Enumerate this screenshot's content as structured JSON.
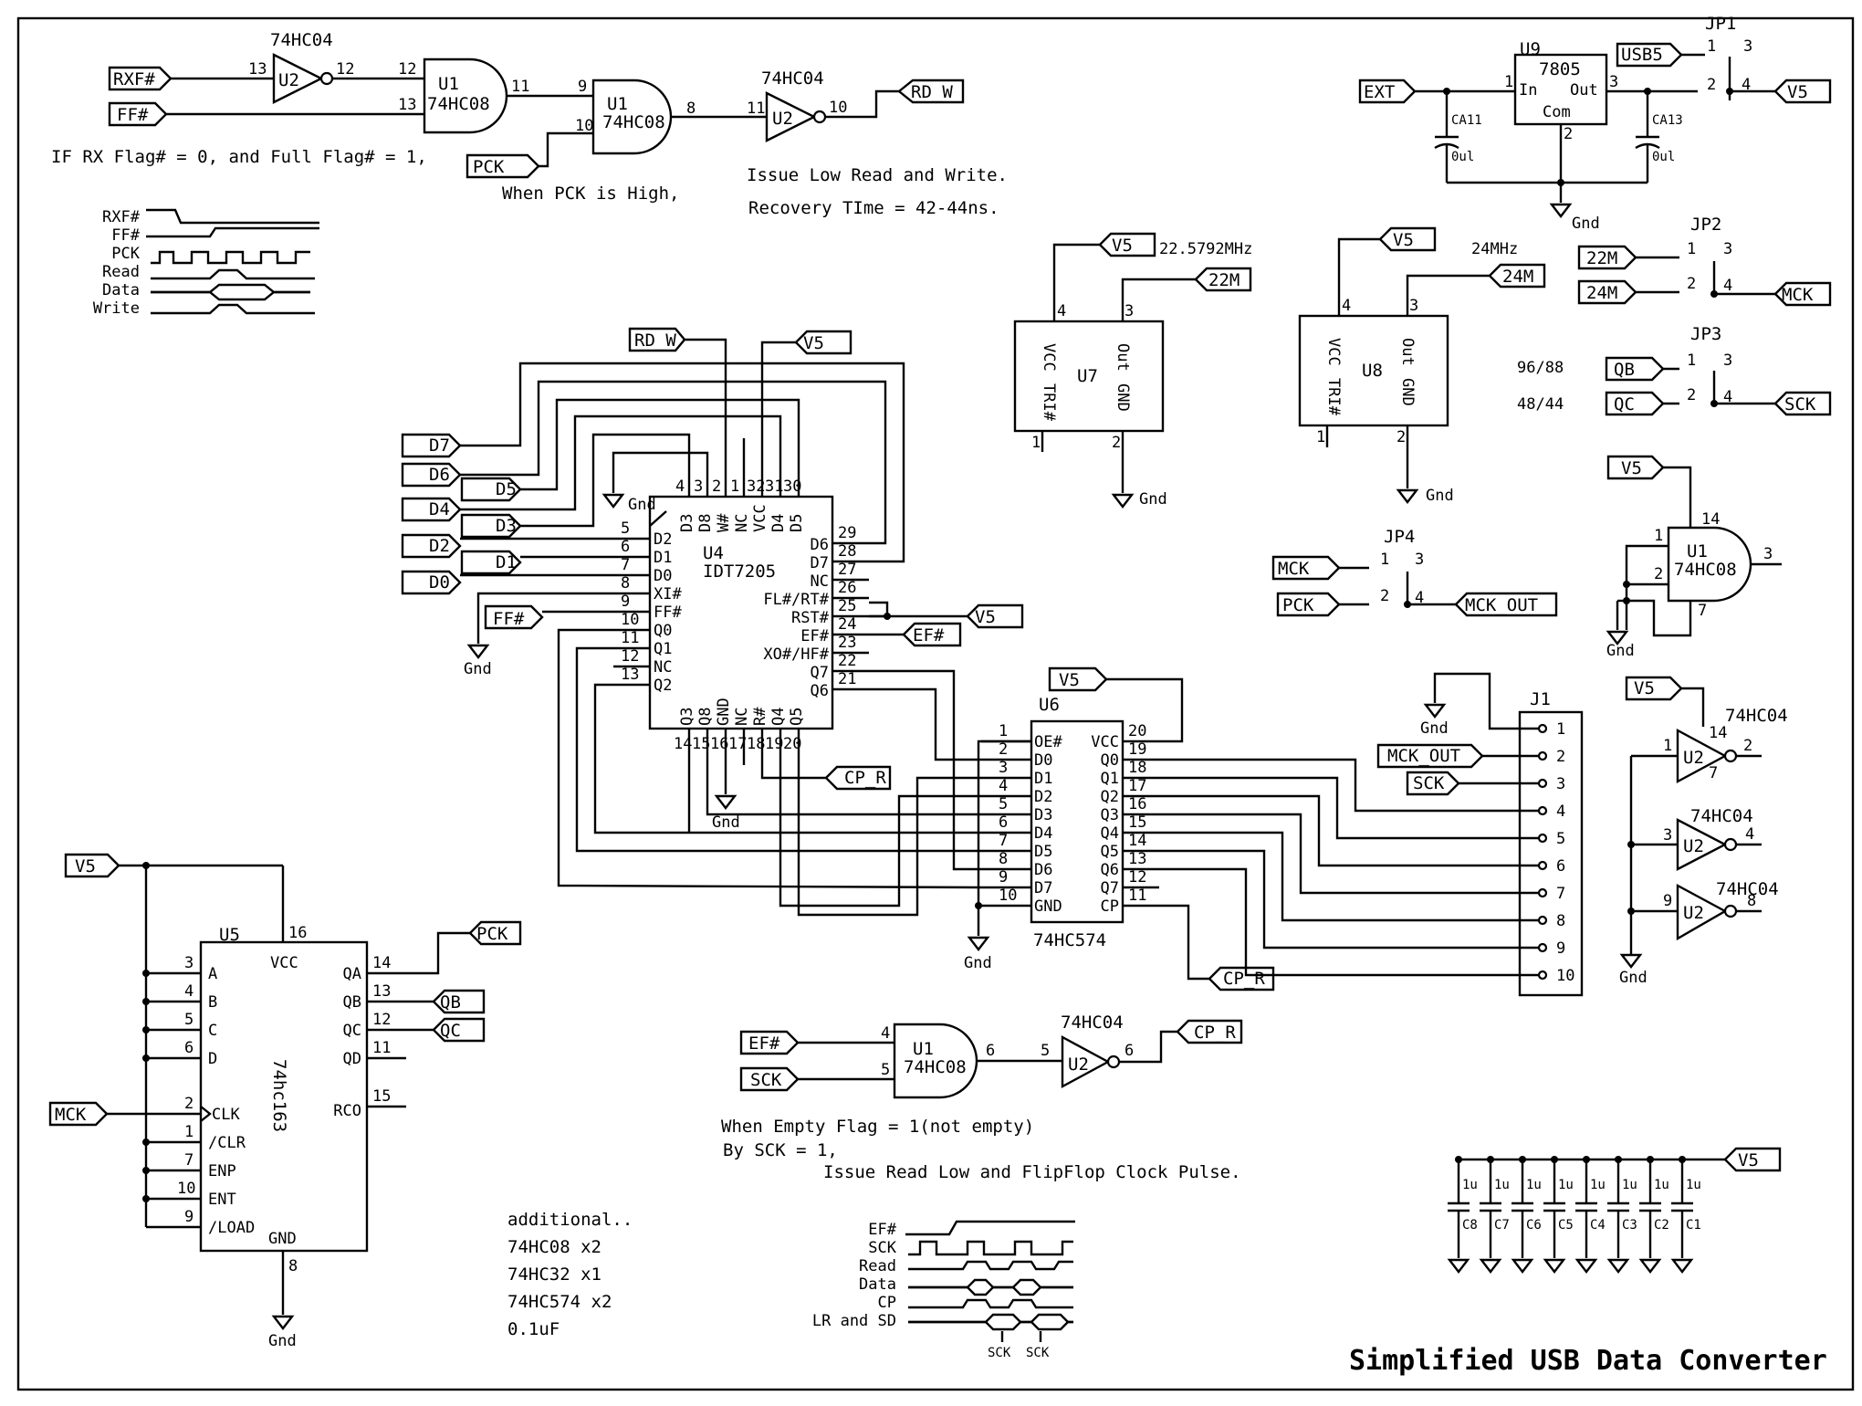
{
  "title": "Simplified USB Data Converter",
  "notes": {
    "rx_flag": "IF RX Flag# = 0, and Full Flag# = 1,",
    "pck_high": "When PCK is High,",
    "issue_low": "Issue Low Read and Write.",
    "recovery": "Recovery TIme = 42-44ns.",
    "empty_flag": "When Empty Flag = 1(not empty)",
    "by_sck": "By SCK = 1,",
    "issue_read": "Issue Read Low and FlipFlop Clock Pulse.",
    "additional": [
      "additional..",
      "74HC08 x2",
      "74HC32 x1",
      "74HC574 x2",
      "0.1uF"
    ]
  },
  "nets": {
    "rxf": "RXF#",
    "ff": "FF#",
    "pck": "PCK",
    "rd_w": "RD_W",
    "v5": "V5",
    "ext": "EXT",
    "usb5": "USB5",
    "m22": "22M",
    "m24": "24M",
    "mck": "MCK",
    "qb": "QB",
    "qc": "QC",
    "sck": "SCK",
    "mck_out": "MCK_OUT",
    "cp_r": "CP_R",
    "ef": "EF#",
    "d0": "D0",
    "d1": "D1",
    "d2": "D2",
    "d3": "D3",
    "d4": "D4",
    "d5": "D5",
    "d6": "D6",
    "d7": "D7",
    "gnd": "Gnd"
  },
  "parts": {
    "hc04": "74HC04",
    "hc08": "74HC08",
    "hc574": "74HC574",
    "hc163": "74hc163",
    "idt": "IDT7205",
    "reg": "7805",
    "u1": "U1",
    "u2": "U2",
    "u4": "U4",
    "u5": "U5",
    "u6": "U6",
    "u7": "U7",
    "u8": "U8",
    "u9": "U9",
    "osc22": "22.5792MHz",
    "osc24": "24MHz",
    "jp1": "JP1",
    "jp2": "JP2",
    "jp3": "JP3",
    "jp4": "JP4",
    "j1": "J1",
    "ca11": "CA11",
    "ca13": "CA13",
    "cap_val": "0ul",
    "c_val": "1u",
    "sel_9688": "96/88",
    "sel_4844": "48/44"
  },
  "regulator_pins": {
    "in": "In",
    "out": "Out",
    "com": "Com"
  },
  "osc_pins": {
    "vcc": "VCC",
    "out": "Out",
    "tri": "TRI#",
    "gnd": "GND"
  },
  "timing1": [
    "RXF#",
    "FF#",
    "PCK",
    "Read",
    "Data",
    "Write"
  ],
  "timing2": [
    "EF#",
    "SCK",
    "Read",
    "Data",
    "CP",
    "LR and SD"
  ],
  "idt_left": [
    "D2",
    "D1",
    "D0",
    "XI#",
    "FF#",
    "Q0",
    "Q1",
    "NC",
    "Q2"
  ],
  "idt_right": [
    "D6",
    "D7",
    "NC",
    "FL#/RT#",
    "RST#",
    "EF#",
    "XO#/HF#",
    "Q7",
    "Q6"
  ],
  "idt_top": [
    "D3",
    "D8",
    "W#",
    "NC",
    "VCC",
    "D4",
    "D5"
  ],
  "idt_bottom": [
    "Q3",
    "Q8",
    "GND",
    "NC",
    "R#",
    "Q4",
    "Q5"
  ],
  "hc574_left": [
    "OE#",
    "D0",
    "D1",
    "D2",
    "D3",
    "D4",
    "D5",
    "D6",
    "D7",
    "GND"
  ],
  "hc574_right": [
    "VCC",
    "Q0",
    "Q1",
    "Q2",
    "Q3",
    "Q4",
    "Q5",
    "Q6",
    "Q7",
    "CP"
  ],
  "hc163_left": [
    "A",
    "B",
    "C",
    "D",
    "CLK",
    "/CLR",
    "ENP",
    "ENT",
    "/LOAD"
  ],
  "hc163_right": [
    "QA",
    "QB",
    "QC",
    "QD",
    "RCO"
  ],
  "hc163_top": "VCC",
  "hc163_bottom": "GND",
  "caps": [
    "C8",
    "C7",
    "C6",
    "C5",
    "C4",
    "C3",
    "C2",
    "C1"
  ]
}
